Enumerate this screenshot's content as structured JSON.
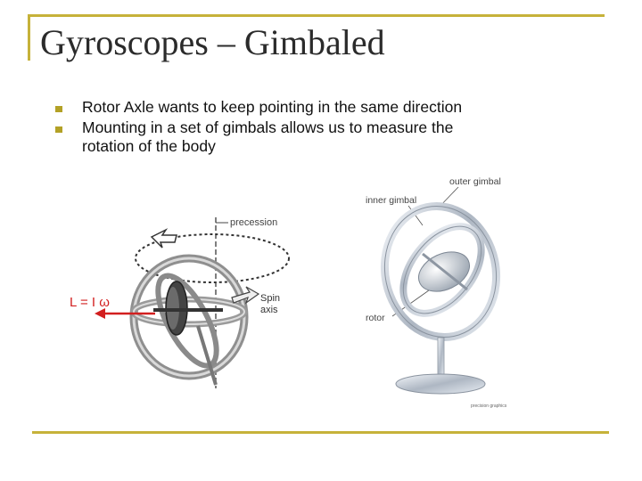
{
  "slide": {
    "title": "Gyroscopes – Gimbaled",
    "bullets": [
      "Rotor Axle wants to keep pointing in the same direction",
      "Mounting in a set of gimbals allows us to measure the rotation of the body"
    ]
  },
  "left_figure": {
    "precession_label": "precession",
    "spin_axis_label_1": "Spin",
    "spin_axis_label_2": "axis",
    "equation": "L = I ω"
  },
  "right_figure": {
    "outer_gimbal_label": "outer gimbal",
    "inner_gimbal_label": "inner gimbal",
    "rotor_label": "rotor",
    "credit": "precision graphics"
  },
  "colors": {
    "accent": "#c6b23a",
    "bullet": "#b3a126",
    "arrow": "#d21f1f"
  }
}
